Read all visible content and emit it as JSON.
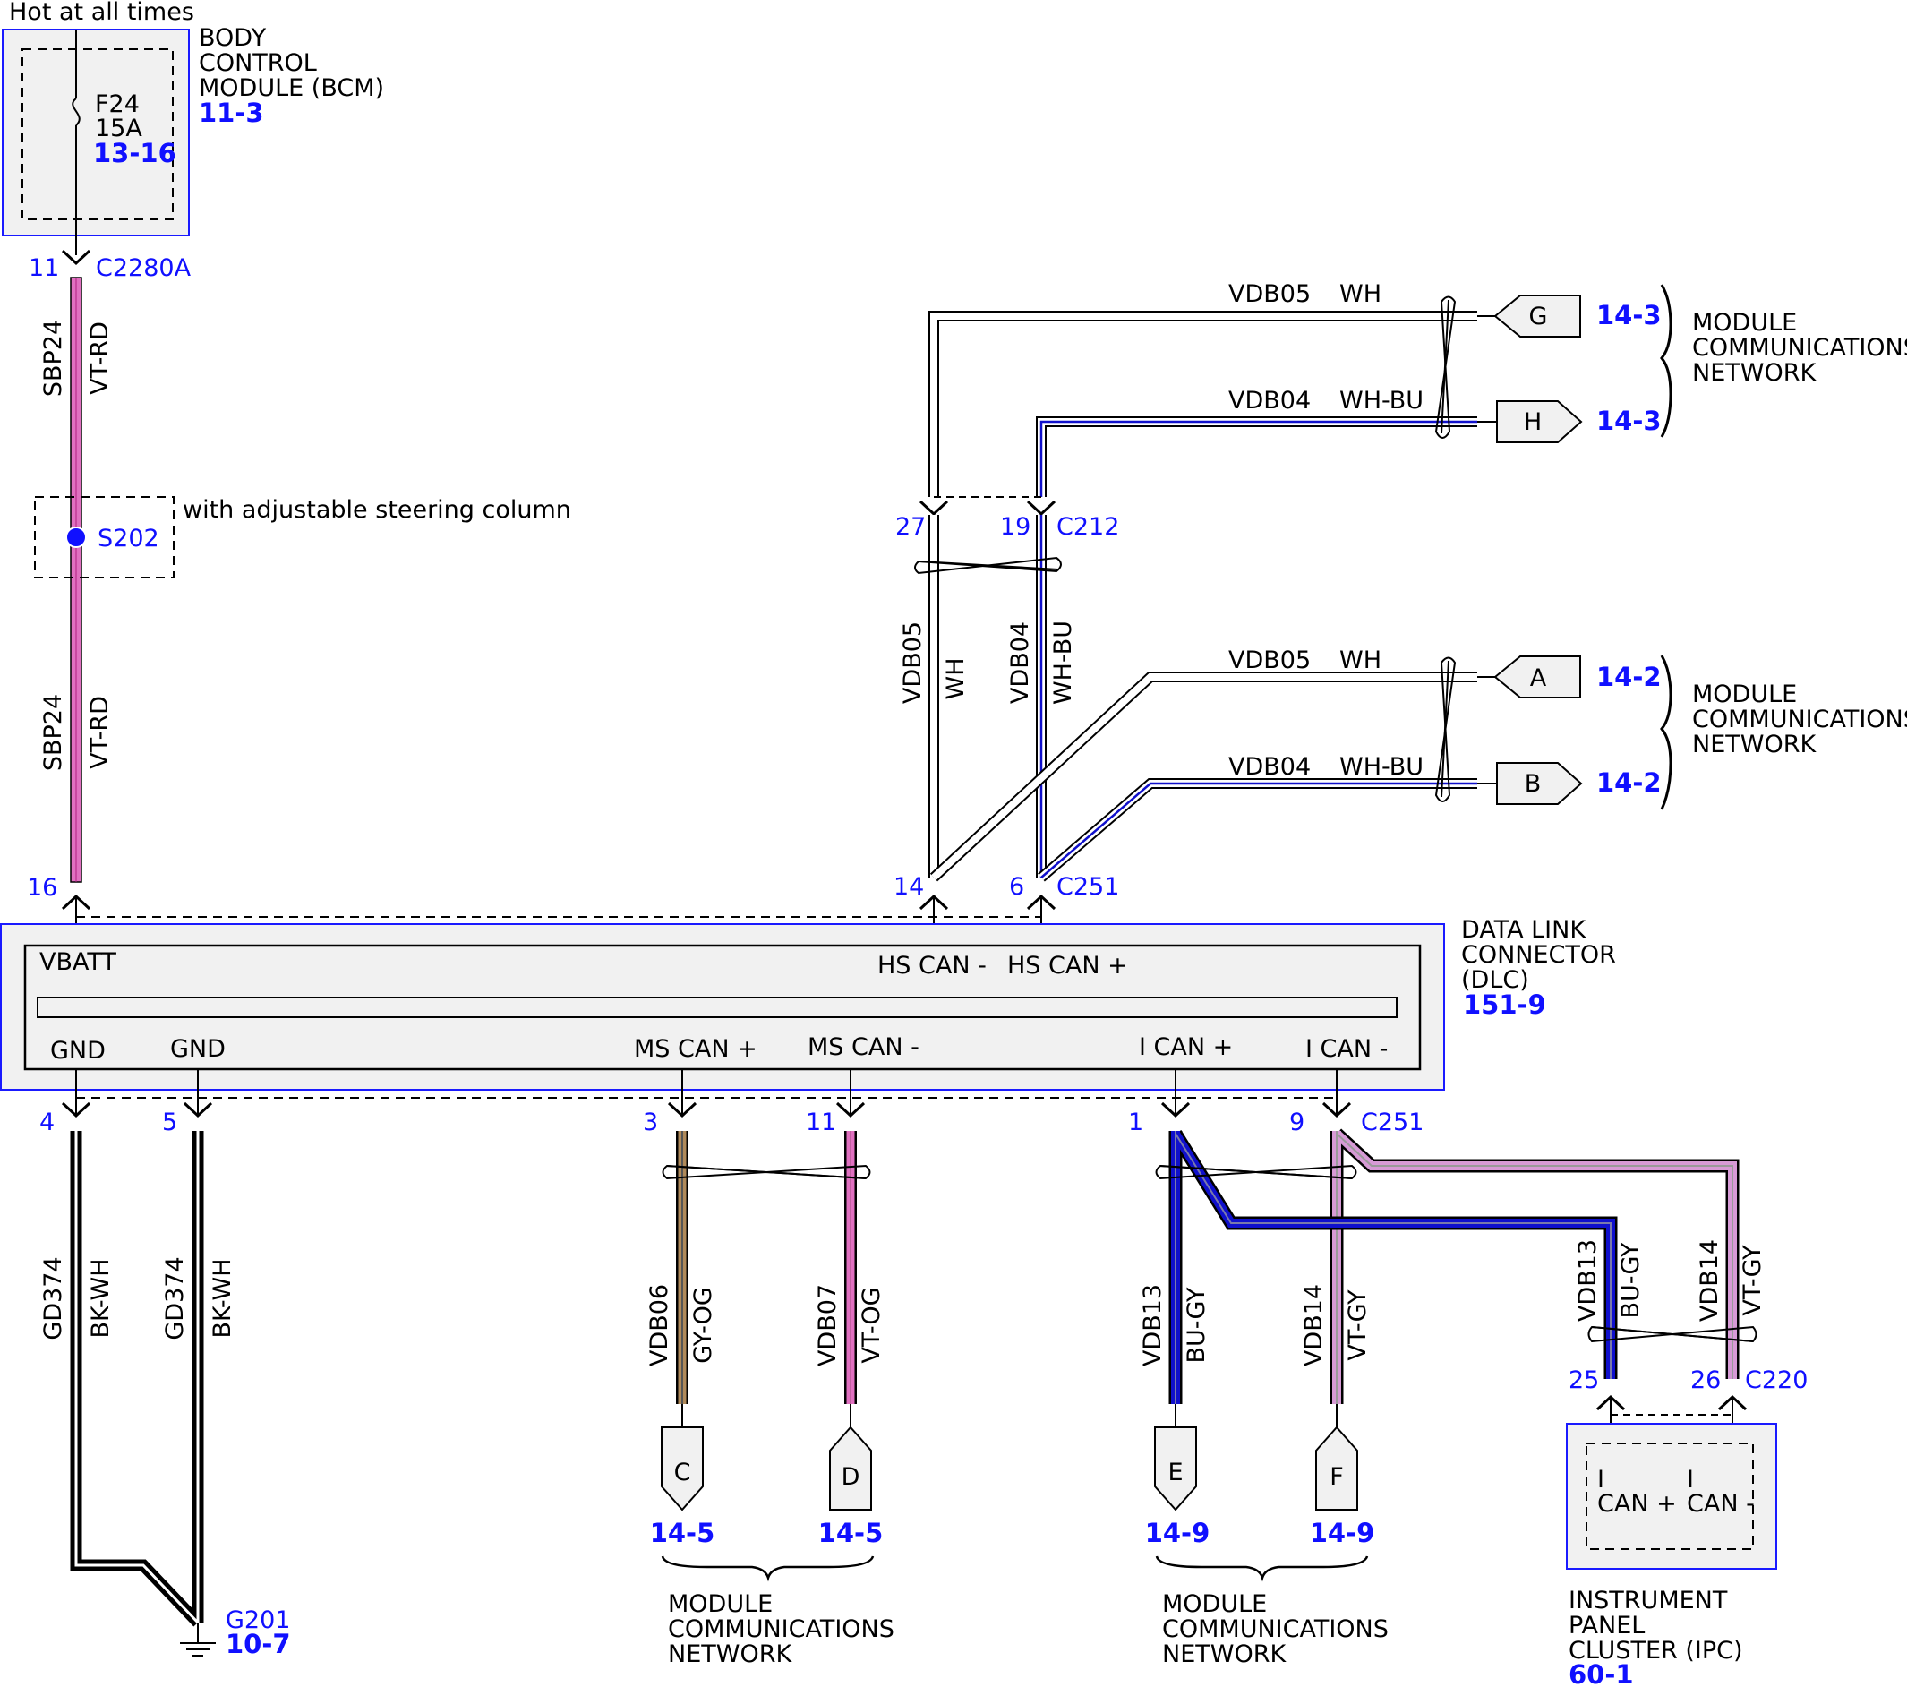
{
  "top_note": "Hot at all times",
  "bcm": {
    "name_lines": [
      "BODY",
      "CONTROL",
      "MODULE (BCM)"
    ],
    "ref": "11-3",
    "fuse_name": "F24",
    "fuse_rating": "15A",
    "fuse_ref": "13-16",
    "pin": "11",
    "connector": "C2280A"
  },
  "vbatt_wire": {
    "circuit": "SBP24",
    "color": "VT-RD",
    "splice": "S202",
    "splice_note": "with adjustable steering column",
    "dlc_pin": "16"
  },
  "c212": {
    "connector": "C212",
    "pin_wh": "27",
    "pin_whbu": "19"
  },
  "c251": {
    "connector": "C251",
    "pin_hs_minus": "14",
    "pin_hs_plus": "6",
    "pin_gnd1": "4",
    "pin_gnd2": "5",
    "pin_ms_plus": "3",
    "pin_ms_minus": "11",
    "pin_i_plus": "1",
    "pin_i_minus": "9"
  },
  "hs_wires": [
    {
      "circuit": "VDB05",
      "color": "WH"
    },
    {
      "circuit": "VDB04",
      "color": "WH-BU"
    }
  ],
  "offpage_upper": [
    {
      "letter": "G",
      "ref": "14-3"
    },
    {
      "letter": "H",
      "ref": "14-3"
    }
  ],
  "offpage_lower": [
    {
      "letter": "A",
      "ref": "14-2"
    },
    {
      "letter": "B",
      "ref": "14-2"
    }
  ],
  "module_comm_lines": [
    "MODULE",
    "COMMUNICATIONS",
    "NETWORK"
  ],
  "dlc": {
    "name_lines": [
      "DATA LINK",
      "CONNECTOR",
      "(DLC)"
    ],
    "ref": "151-9",
    "vbatt": "VBATT",
    "hs_can_minus": "HS CAN -",
    "hs_can_plus": "HS CAN +",
    "gnd1": "GND",
    "gnd2": "GND",
    "ms_can_plus": "MS CAN +",
    "ms_can_minus": "MS CAN -",
    "i_can_plus": "I CAN +",
    "i_can_minus": "I CAN -"
  },
  "ground_wires": {
    "circuit": "GD374",
    "color": "BK-WH"
  },
  "ground": {
    "name": "G201",
    "ref": "10-7"
  },
  "ms_wires": [
    {
      "circuit": "VDB06",
      "color": "GY-OG",
      "letter": "C",
      "ref": "14-5"
    },
    {
      "circuit": "VDB07",
      "color": "VT-OG",
      "letter": "D",
      "ref": "14-5"
    }
  ],
  "i_wires": [
    {
      "circuit": "VDB13",
      "color": "BU-GY",
      "letter": "E",
      "ref": "14-9"
    },
    {
      "circuit": "VDB14",
      "color": "VT-GY",
      "letter": "F",
      "ref": "14-9"
    }
  ],
  "ipc": {
    "connector": "C220",
    "pin_plus": "25",
    "pin_minus": "26",
    "i_label": "I",
    "can_plus": "CAN +",
    "can_minus": "CAN -",
    "name_lines": [
      "INSTRUMENT",
      "PANEL",
      "CLUSTER (IPC)"
    ],
    "ref": "60-1"
  },
  "wire_colors": {
    "violet": "#e070c0",
    "blue": "#1010cc",
    "grey_orange": "#b08a5a",
    "violet_grey": "#d79ad6",
    "black": "#000000",
    "white": "#ffffff",
    "link_blue": "#1010ff"
  }
}
